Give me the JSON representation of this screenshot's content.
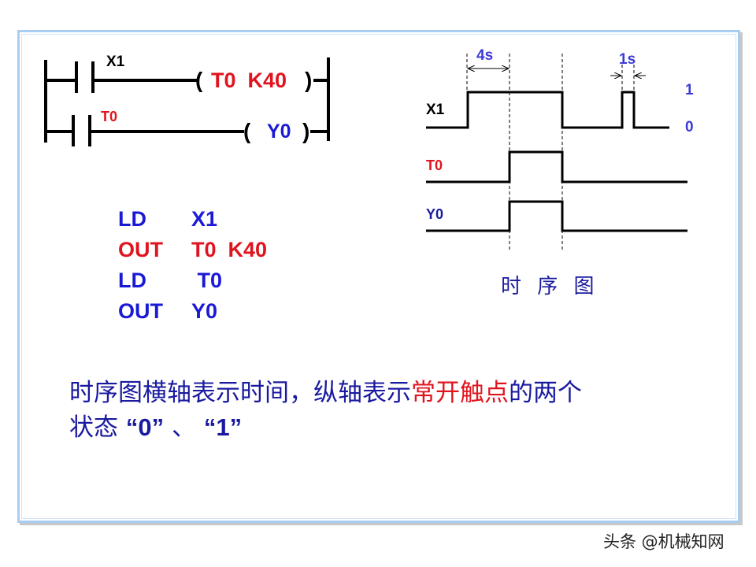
{
  "colors": {
    "blue": "#1a1ad6",
    "dark_blue": "#1a1aa0",
    "red": "#e0141e",
    "black": "#000000",
    "frame": "#a9cdf0"
  },
  "ladder": {
    "rung1": {
      "contact_label": "X1",
      "coil_open": "(",
      "coil_text": "T0  K40",
      "coil_close": ")"
    },
    "rung2": {
      "contact_label": "T0",
      "coil_open": "(",
      "coil_text": "Y0",
      "coil_close": ")"
    }
  },
  "instructions": [
    {
      "op": "LD",
      "arg": "X1",
      "color": "blue"
    },
    {
      "op": "OUT",
      "arg": "T0  K40",
      "color": "red"
    },
    {
      "op": "LD",
      "arg": " T0",
      "color": "blue"
    },
    {
      "op": "OUT",
      "arg": "Y0",
      "color": "blue"
    }
  ],
  "timing": {
    "dimension_4s": "4s",
    "dimension_1s": "1s",
    "level_high": "1",
    "level_low": "0",
    "signals": [
      {
        "name": "X1",
        "color": "black",
        "segments": [
          [
            0,
            0
          ],
          [
            1,
            1
          ],
          [
            4,
            0
          ],
          [
            5,
            1
          ],
          [
            6,
            0
          ]
        ]
      },
      {
        "name": "T0",
        "color": "red",
        "segments": [
          [
            0,
            0
          ],
          [
            2,
            1
          ],
          [
            3,
            0
          ]
        ]
      },
      {
        "name": "Y0",
        "color": "dark_blue",
        "segments": [
          [
            0,
            0
          ],
          [
            2,
            1
          ],
          [
            3,
            0
          ]
        ]
      }
    ],
    "caption": "时 序 图"
  },
  "description": {
    "part1": "时序图横轴表示时间，纵轴表示",
    "highlight": "常开触点",
    "part2": "的两个",
    "line2_prefix": "状态",
    "quote0": "“0”",
    "separator": "、",
    "quote1": "“1”"
  },
  "watermark": "头条 @机械知网"
}
